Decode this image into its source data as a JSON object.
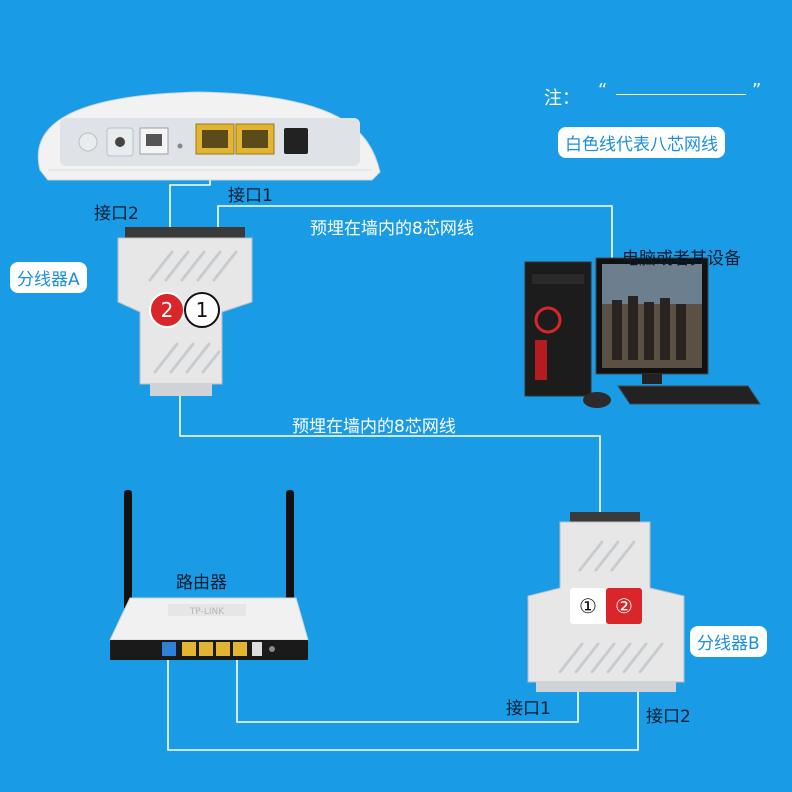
{
  "note": {
    "prefix": "注：",
    "open_quote": "“",
    "close_quote": "”",
    "legend": "白色线代表八芯网线"
  },
  "modem": {
    "port2_label": "接口2",
    "port1_label": "接口1"
  },
  "cable_labels": {
    "upper": "预埋在墙内的8芯网线",
    "lower": "预埋在墙内的8芯网线"
  },
  "splitter_a": {
    "label": "分线器A",
    "num_red": "2",
    "num_white": "1"
  },
  "computer": {
    "label": "电脑或者其设备"
  },
  "router": {
    "label": "路由器",
    "brand_text": "TP-LINK"
  },
  "splitter_b": {
    "label": "分线器B",
    "num_white": "①",
    "num_red": "②",
    "port1_label": "接口1",
    "port2_label": "接口2"
  },
  "colors": {
    "background": "#1a9be6",
    "cable": "#ffffff",
    "badge_red": "#d9262b",
    "pill_text": "#1a8ee0"
  }
}
